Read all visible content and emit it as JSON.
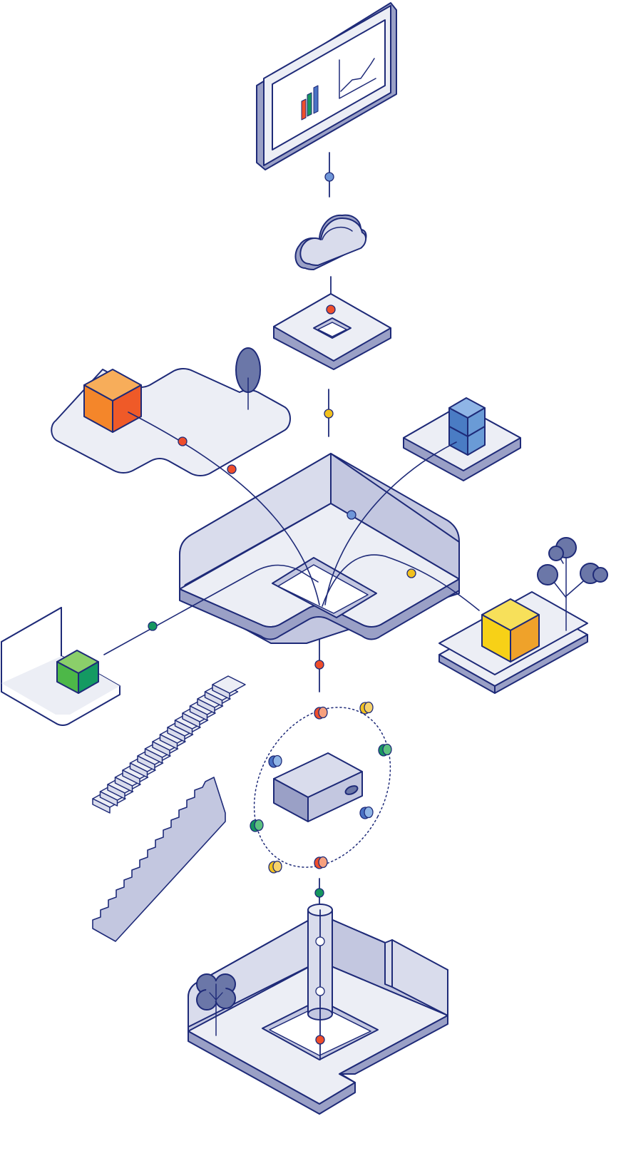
{
  "illustration": {
    "kind": "isometric-infrastructure-diagram",
    "text_labels": []
  },
  "palette": {
    "outline": "#1e2a78",
    "platform_top": "#eceef5",
    "platform_side": "#9aa0c6",
    "wall_light": "#d9dcec",
    "wall_mid": "#c3c7e0",
    "cube_orange": "#f4862a",
    "cube_red": "#ef5a28",
    "cube_green": "#4db848",
    "cube_yellow": "#f7d117",
    "cube_blue": "#6a9bd6",
    "tree": "#6b77a8",
    "dot_red": "#ef4e2b",
    "dot_yellow": "#f2c11d",
    "dot_blue": "#6f96d8",
    "dot_green": "#16965f"
  },
  "components": [
    {
      "id": "monitor",
      "icon": "bar-chart-and-line-graph-screen"
    },
    {
      "id": "cloud",
      "icon": "cloud-icon"
    },
    {
      "id": "connector-tile",
      "icon": "square-port-tile"
    },
    {
      "id": "central-hub",
      "icon": "open-box-platform"
    },
    {
      "id": "orange-node",
      "icon": "cube-on-island"
    },
    {
      "id": "blue-node",
      "icon": "stacked-cubes-on-tile"
    },
    {
      "id": "yellow-node",
      "icon": "cube-on-layered-tile"
    },
    {
      "id": "green-node",
      "icon": "cube-in-corner-wall"
    },
    {
      "id": "stairs",
      "icon": "staircase"
    },
    {
      "id": "ramp",
      "icon": "stepped-ramp"
    },
    {
      "id": "server-orbit",
      "icon": "device-with-orbiting-tokens"
    },
    {
      "id": "base-platform",
      "icon": "pillar-room"
    }
  ]
}
